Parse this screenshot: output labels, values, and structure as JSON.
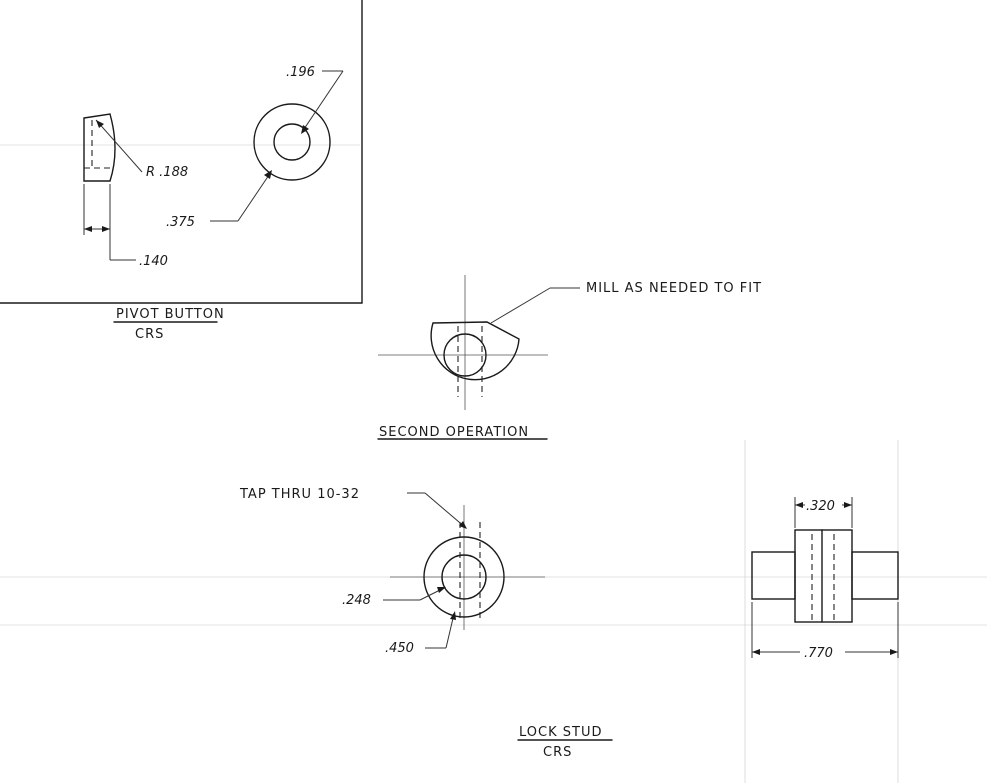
{
  "pivot_button": {
    "title": "PIVOT BUTTON",
    "material": "CRS",
    "dim_diameter_hole": ".196",
    "dim_radius": "R .188",
    "dim_diameter_outer": ".375",
    "dim_width": ".140"
  },
  "second_operation": {
    "title": "SECOND OPERATION",
    "note": "MILL AS NEEDED TO FIT"
  },
  "lock_stud": {
    "title": "LOCK STUD",
    "material": "CRS",
    "tap_note": "TAP THRU 10-32",
    "dim_inner": ".248",
    "dim_outer": ".450",
    "dim_collar_width": ".320",
    "dim_overall_length": ".770"
  }
}
